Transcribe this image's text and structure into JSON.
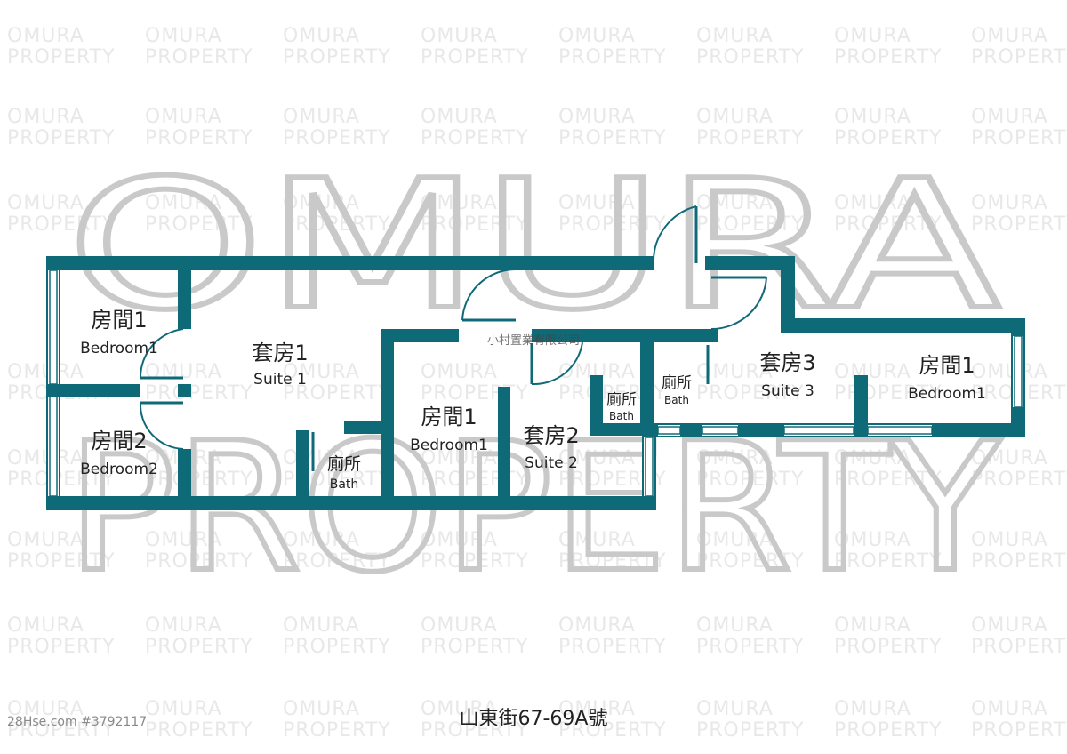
{
  "watermark": {
    "line1": "OMURA",
    "line2": "PROPERTY",
    "company": "小村置業有限公司"
  },
  "colors": {
    "wall": "#0f6a78",
    "background": "#ffffff",
    "watermark": "#c9c9c9"
  },
  "rooms": [
    {
      "zh": "房間1",
      "en": "Bedroom1"
    },
    {
      "zh": "房間2",
      "en": "Bedroom2"
    },
    {
      "zh": "套房1",
      "en": "Suite 1"
    },
    {
      "zh": "廁所",
      "en": "Bath"
    },
    {
      "zh": "房間1",
      "en": "Bedroom1"
    },
    {
      "zh": "套房2",
      "en": "Suite 2"
    },
    {
      "zh": "廁所",
      "en": "Bath"
    },
    {
      "zh": "廁所",
      "en": "Bath"
    },
    {
      "zh": "套房3",
      "en": "Suite 3"
    },
    {
      "zh": "房間1",
      "en": "Bedroom1"
    }
  ],
  "address": "山東街67-69A號",
  "listing_ref": "28Hse.com #3792117"
}
